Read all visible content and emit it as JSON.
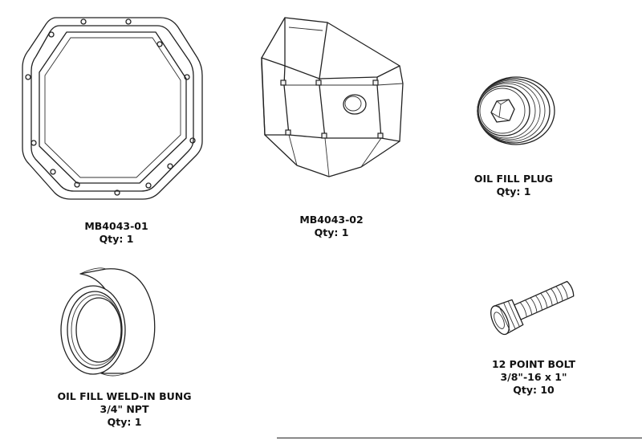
{
  "parts": [
    {
      "id": "cover",
      "lines": [
        "MB4043-01",
        "Qty: 1"
      ]
    },
    {
      "id": "skid",
      "lines": [
        "MB4043-02",
        "Qty: 1"
      ]
    },
    {
      "id": "plug",
      "lines": [
        "OIL FILL PLUG",
        "Qty: 1"
      ]
    },
    {
      "id": "bung",
      "lines": [
        "OIL FILL WELD-IN BUNG",
        "3/4\" NPT",
        "Qty: 1"
      ]
    },
    {
      "id": "bolt",
      "lines": [
        "12 POINT BOLT",
        "3/8\"-16 x 1\"",
        "Qty: 10"
      ]
    }
  ],
  "colors": {
    "line": "#222222",
    "background": "#ffffff"
  }
}
